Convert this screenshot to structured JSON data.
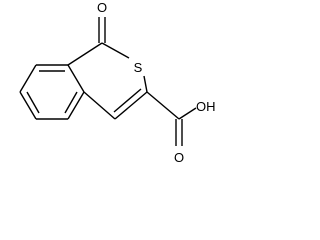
{
  "molecule": {
    "atoms": {
      "ring_oxygen": "O",
      "sulfur": "S",
      "carbonyl_oxygen": "O",
      "hydroxyl": "OH"
    },
    "colors": {
      "bond": "#000000",
      "label": "#000000",
      "background": "#ffffff"
    }
  }
}
